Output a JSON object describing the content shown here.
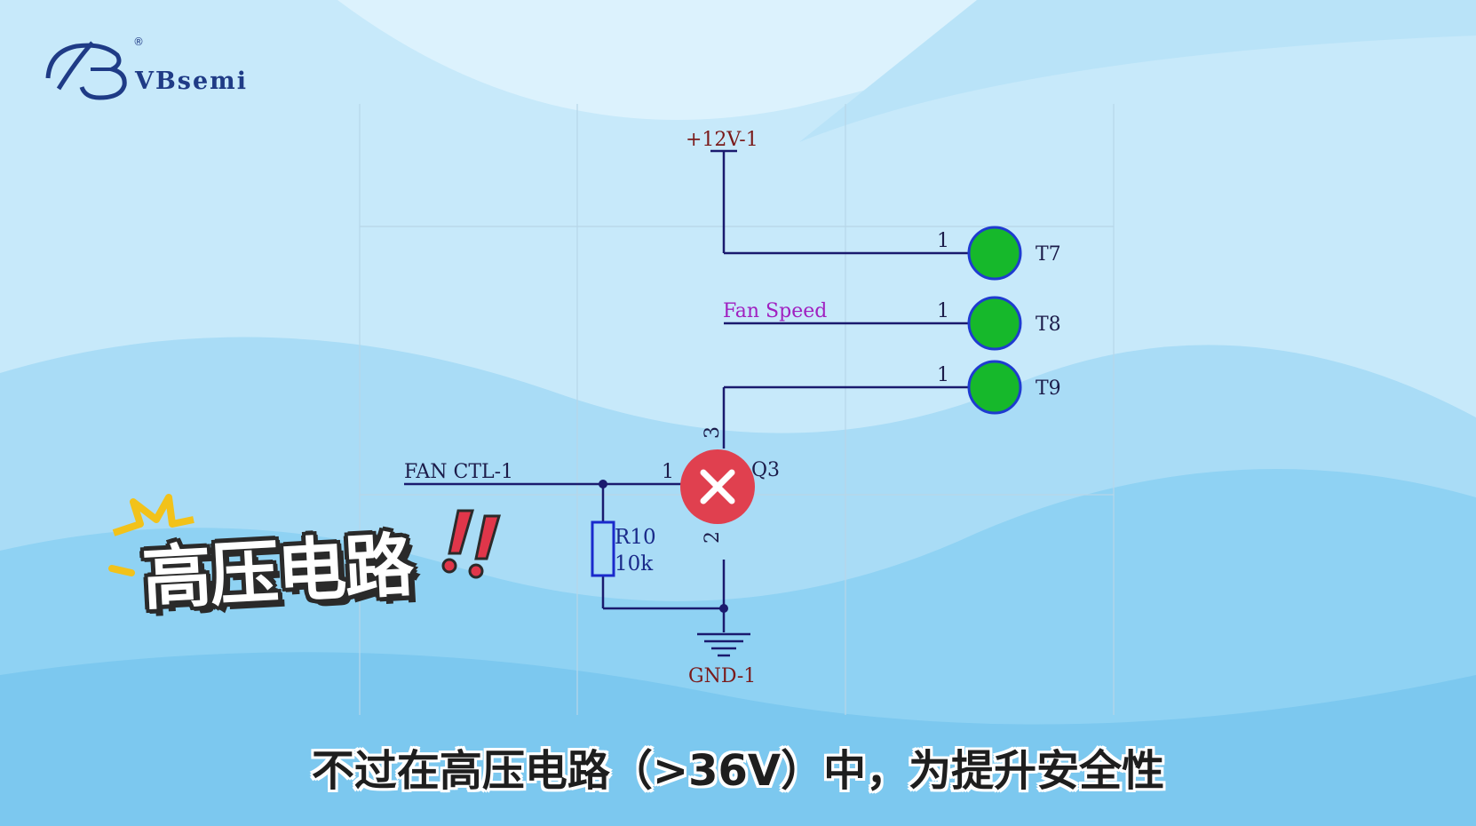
{
  "brand": {
    "name": "VBsemi",
    "registered": "®"
  },
  "schematic": {
    "power_net": "+12V-1",
    "ground_net": "GND-1",
    "input_net": "FAN CTL-1",
    "signal_net": "Fan Speed",
    "test_points": [
      {
        "ref": "T7",
        "pin": "1"
      },
      {
        "ref": "T8",
        "pin": "1"
      },
      {
        "ref": "T9",
        "pin": "1"
      }
    ],
    "transistor": {
      "ref": "Q3",
      "pin_gate": "1",
      "pin_drain": "3",
      "pin_source": "2"
    },
    "resistor": {
      "ref": "R10",
      "value": "10k"
    },
    "colors": {
      "wire": "#1a1a6e",
      "test_point_fill": "#16b82b",
      "test_point_stroke": "#1f3bd0",
      "reject_mark": "#e0404f"
    }
  },
  "badge": {
    "text": "高压电路",
    "exclaim": "!!"
  },
  "subtitle": "不过在高压电路（>36V）中，为提升安全性"
}
